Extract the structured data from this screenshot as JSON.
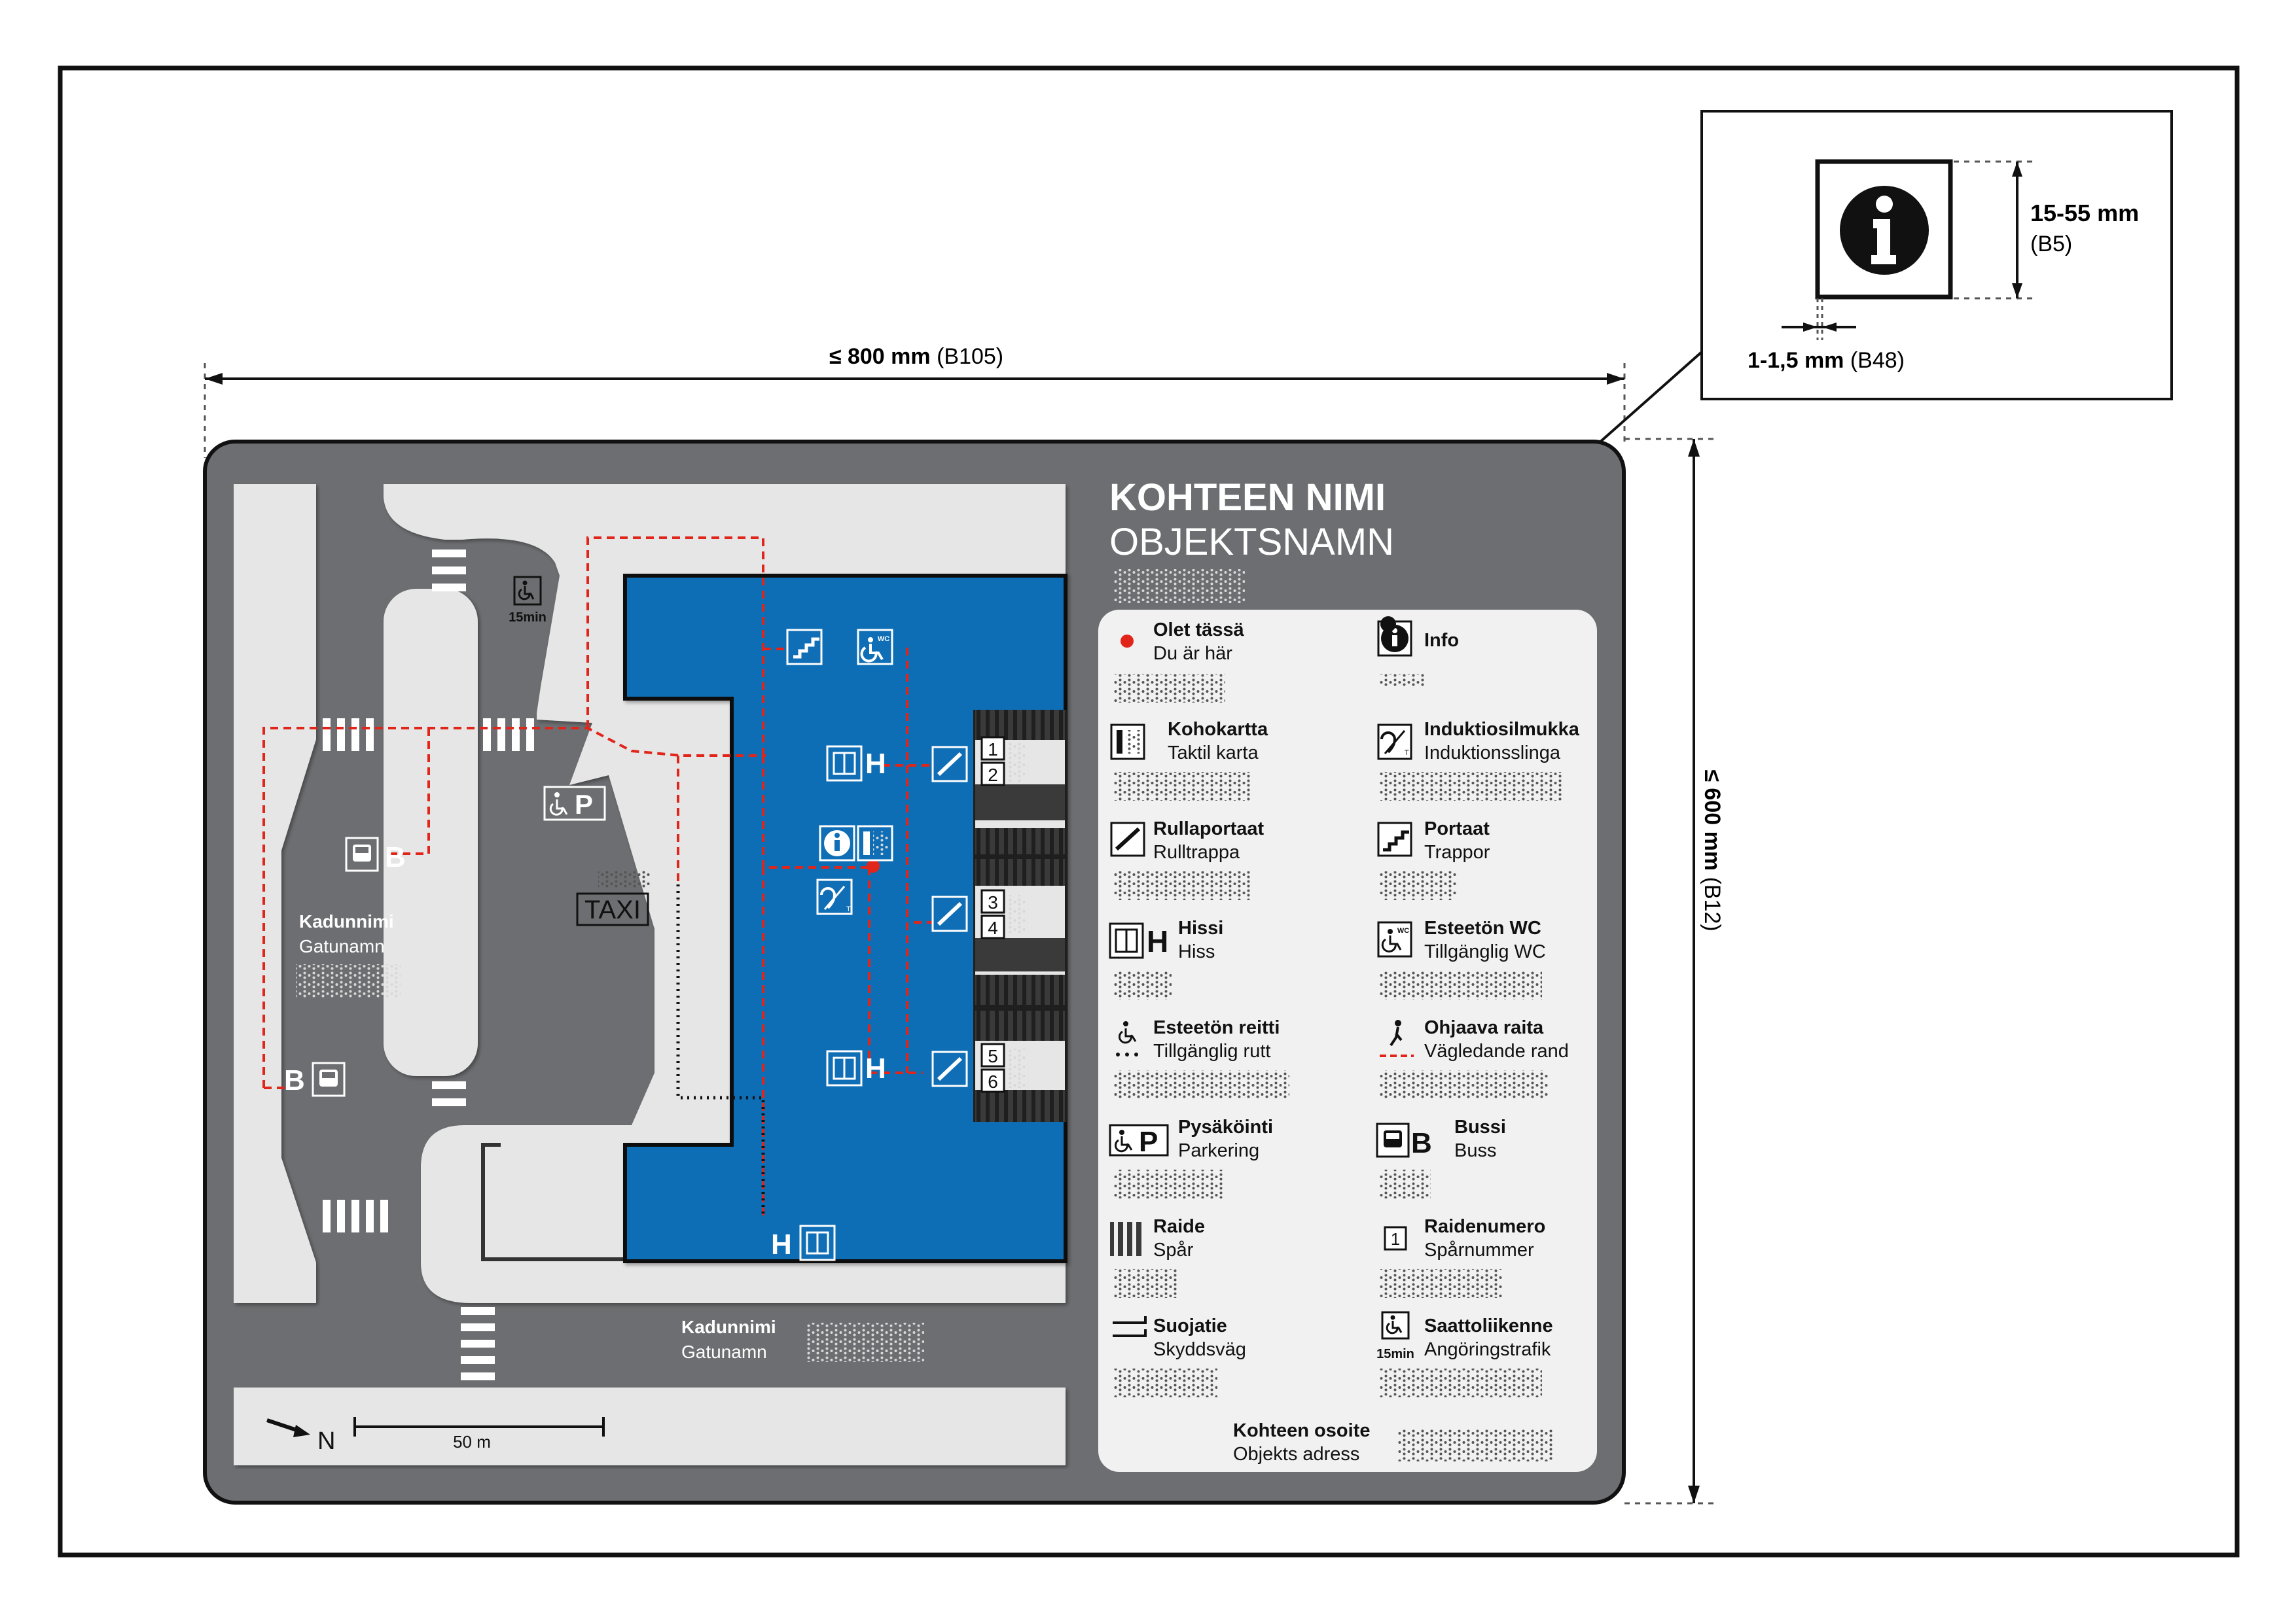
{
  "dimensions": {
    "width_bold": "≤ 800 mm",
    "width_code": "(B105)",
    "height_bold": "≤ 600 mm",
    "height_code": "(B12)",
    "symbol_size_bold": "15-55 mm",
    "symbol_size_code": "(B5)",
    "line_width_bold": "1-1,5 mm",
    "line_width_code": "(B48)"
  },
  "header": {
    "title_fi": "KOHTEEN NIMI",
    "title_sv": "OBJEKTSNAMN"
  },
  "map_labels": {
    "street_fi": "Kadunnimi",
    "street_sv": "Gatunamn",
    "bottom_street_fi": "Kadunnimi",
    "bottom_street_sv": "Gatunamn",
    "taxi": "TAXI",
    "h": "H",
    "b": "B",
    "p": "P",
    "min15": "15min",
    "north": "N",
    "scale": "50 m",
    "tracks": [
      "1",
      "2",
      "3",
      "4",
      "5",
      "6"
    ]
  },
  "legend": {
    "items": [
      {
        "fi": "Olet tässä",
        "sv": "Du är här",
        "icon": "you-are-here-dot"
      },
      {
        "fi": "Info",
        "sv": "",
        "icon": "info-icon"
      },
      {
        "fi": "Kohokartta",
        "sv": "Taktil karta",
        "icon": "tactile-map-icon"
      },
      {
        "fi": "Induktiosilmukka",
        "sv": "Induktionsslinga",
        "icon": "hearing-loop-icon"
      },
      {
        "fi": "Rullaportaat",
        "sv": "Rulltrappa",
        "icon": "escalator-icon"
      },
      {
        "fi": "Portaat",
        "sv": "Trappor",
        "icon": "stairs-icon"
      },
      {
        "fi": "Hissi",
        "sv": "Hiss",
        "icon": "elevator-icon"
      },
      {
        "fi": "Esteetön WC",
        "sv": "Tillgänglig WC",
        "icon": "accessible-wc-icon"
      },
      {
        "fi": "Esteetön reitti",
        "sv": "Tillgänglig rutt",
        "icon": "accessible-route-icon"
      },
      {
        "fi": "Ohjaava raita",
        "sv": "Vägledande rand",
        "icon": "guiding-line-icon"
      },
      {
        "fi": "Pysäköinti",
        "sv": "Parkering",
        "icon": "parking-icon"
      },
      {
        "fi": "Bussi",
        "sv": "Buss",
        "icon": "bus-icon"
      },
      {
        "fi": "Raide",
        "sv": "Spår",
        "icon": "track-icon"
      },
      {
        "fi": "Raidenumero",
        "sv": "Spårnummer",
        "icon": "track-number-icon"
      },
      {
        "fi": "Suojatie",
        "sv": "Skyddsväg",
        "icon": "crosswalk-icon"
      },
      {
        "fi": "Saattoliikenne",
        "sv": "Angöringstrafik",
        "icon": "drop-off-icon"
      }
    ],
    "address_fi": "Kohteen osoite",
    "address_sv": "Objekts adress"
  },
  "colors": {
    "sign_grey": "#6d6e71",
    "light_area": "#e6e6e6",
    "building_blue": "#0f6eb5",
    "route_red": "#e1251b",
    "legend_bg": "#f1f1f2"
  }
}
